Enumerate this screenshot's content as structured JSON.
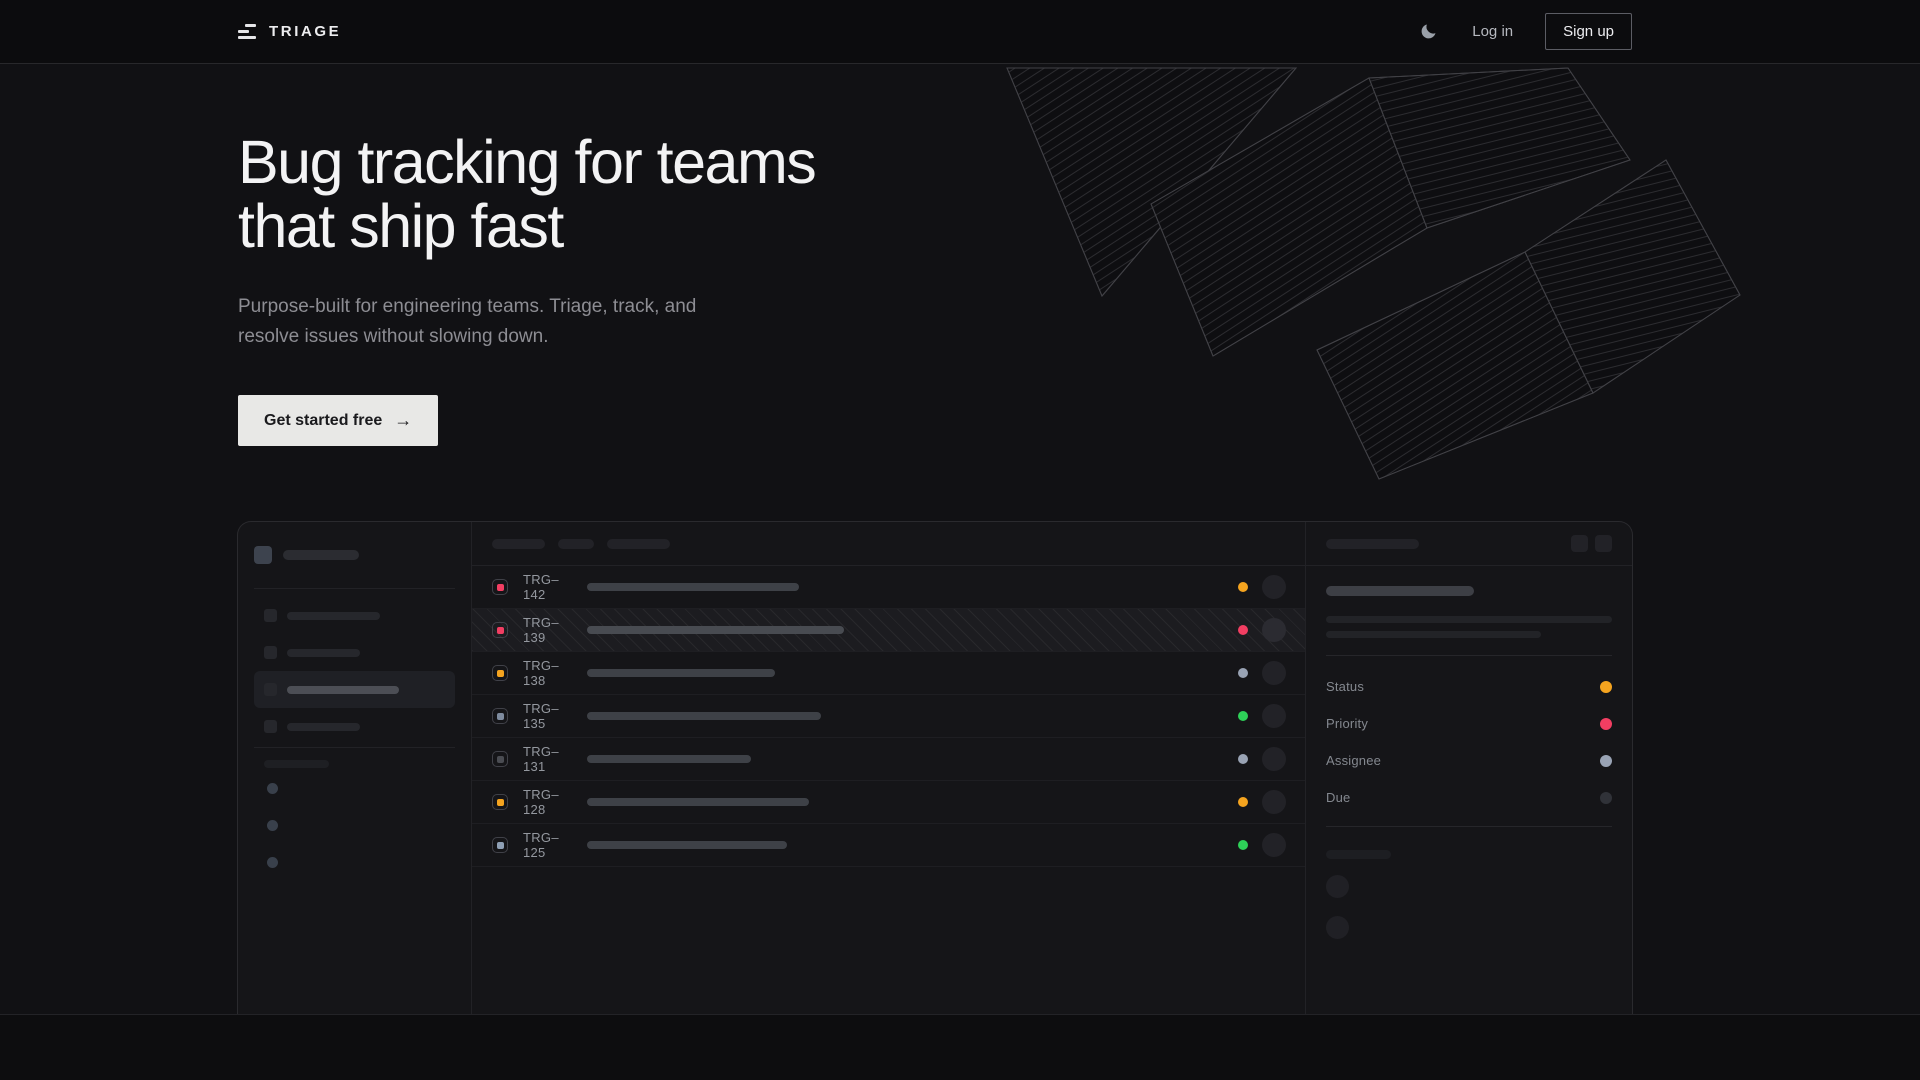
{
  "nav": {
    "brand": "TRIAGE",
    "log_in": "Log in",
    "sign_up": "Sign up"
  },
  "hero": {
    "title_line1": "Bug tracking for teams",
    "title_line2": "that ship fast",
    "subtitle_line1": "Purpose-built for engineering teams. Triage, track, and",
    "subtitle_line2": "resolve issues without slowing down.",
    "cta_label": "Get started free",
    "cta_arrow": "→"
  },
  "colors": {
    "amber": "#f5a41f",
    "pink": "#f23e62",
    "green": "#2ed158",
    "slate": "#99a3b4",
    "muted": "#4a4c52",
    "dim": "#303238"
  },
  "app_preview": {
    "issues": [
      {
        "id": "TRG–142",
        "icon_color": "#f23e62",
        "status_color": "#f5a41f",
        "title_bar_width": 212,
        "highlighted": false
      },
      {
        "id": "TRG–139",
        "icon_color": "#f23e62",
        "status_color": "#f23e62",
        "title_bar_width": 257,
        "highlighted": true
      },
      {
        "id": "TRG–138",
        "icon_color": "#f5a41f",
        "status_color": "#99a3b4",
        "title_bar_width": 188,
        "highlighted": false
      },
      {
        "id": "TRG–135",
        "icon_color": "#7e8b9e",
        "status_color": "#2ed158",
        "title_bar_width": 234,
        "highlighted": false
      },
      {
        "id": "TRG–131",
        "icon_color": "#4a4c52",
        "status_color": "#99a3b4",
        "title_bar_width": 164,
        "highlighted": false
      },
      {
        "id": "TRG–128",
        "icon_color": "#f5a41f",
        "status_color": "#f5a41f",
        "title_bar_width": 222,
        "highlighted": false
      },
      {
        "id": "TRG–125",
        "icon_color": "#8fa0b5",
        "status_color": "#2ed158",
        "title_bar_width": 200,
        "highlighted": false
      }
    ],
    "detail_fields": [
      {
        "label": "Status",
        "color": "#f5a41f"
      },
      {
        "label": "Priority",
        "color": "#f23e62"
      },
      {
        "label": "Assignee",
        "color": "#99a3b4"
      },
      {
        "label": "Due",
        "color": "#303238"
      }
    ]
  }
}
